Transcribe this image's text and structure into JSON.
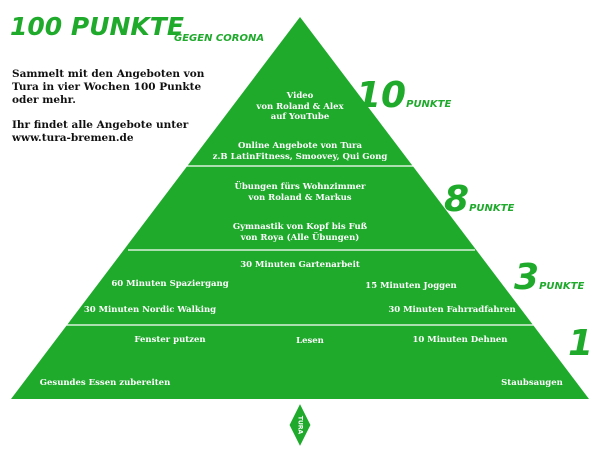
{
  "header": {
    "title": "100 PUNKTE",
    "subtitle": "GEGEN CORONA"
  },
  "intro": {
    "line1": "Sammelt mit den Angeboten von Tura in vier Wochen 100 Punkte oder mehr.",
    "line2": "Ihr findet alle Angebote unter www.tura-bremen.de"
  },
  "colors": {
    "brand_green": "#1faa2c",
    "divider": "#ffffff"
  },
  "tiers": [
    {
      "points": "10",
      "points_word": "PUNKTE",
      "items": [
        "Video\nvon Roland & Alex\nauf YouTube",
        "Online Angebote von Tura\nz.B LatinFitness, Smoovey, Qui Gong"
      ]
    },
    {
      "points": "8",
      "points_word": "PUNKTE",
      "items": [
        "Übungen fürs Wohnzimmer\nvon Roland & Markus",
        "Gymnastik von Kopf bis Fuß\nvon Roya  (Alle Übungen)"
      ]
    },
    {
      "points": "3",
      "points_word": "PUNKTE",
      "items": [
        "30 Minuten Gartenarbeit",
        "60 Minuten Spaziergang",
        "15 Minuten Joggen",
        "30 Minuten Nordic Walking",
        "30 Minuten Fahrradfahren"
      ]
    },
    {
      "points": "1",
      "points_word": "",
      "items": [
        "Fenster putzen",
        "Lesen",
        "10 Minuten Dehnen",
        "Gesundes Essen zubereiten",
        "Staubsaugen"
      ]
    }
  ],
  "logo": {
    "text": "TURA",
    "icon": "tura-logo-icon"
  }
}
